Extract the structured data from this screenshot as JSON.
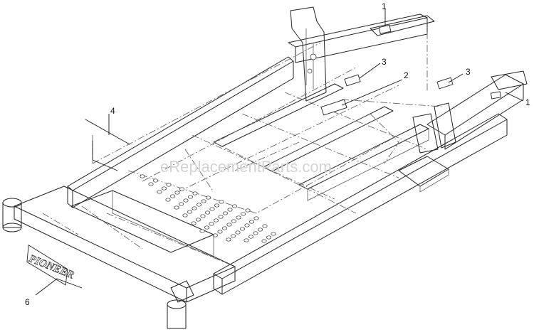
{
  "watermark": "eReplacementParts.com",
  "logo_text": "PIONEER",
  "callouts": [
    {
      "id": "callout-1-top",
      "label": "1"
    },
    {
      "id": "callout-1-right",
      "label": "1"
    },
    {
      "id": "callout-2",
      "label": "2"
    },
    {
      "id": "callout-3-left",
      "label": "3"
    },
    {
      "id": "callout-3-right",
      "label": "3"
    },
    {
      "id": "callout-4",
      "label": "4"
    },
    {
      "id": "callout-6",
      "label": "6"
    }
  ]
}
